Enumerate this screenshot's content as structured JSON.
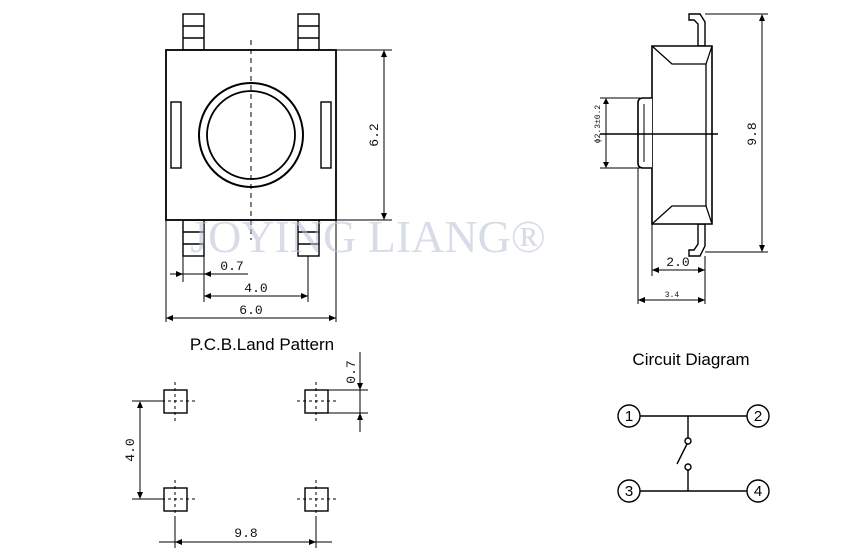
{
  "watermark": "JOYING LIANG®",
  "top_view": {
    "dim_pin_width": "0.7",
    "dim_pin_spacing": "4.0",
    "dim_body_width": "6.0",
    "dim_body_height": "6.2"
  },
  "side_view": {
    "dim_height": "9.8",
    "dim_plunger_diameter": "ϕ2.3±0.2",
    "dim_plunger_offset": "2.0",
    "dim_body_depth": "3.4"
  },
  "pcb_land_pattern": {
    "title": "P.C.B.Land Pattern",
    "dim_pad_size": "0.7",
    "dim_pad_pitch_vertical": "4.0",
    "dim_pad_pitch_horizontal": "9.8"
  },
  "circuit_diagram": {
    "title": "Circuit Diagram",
    "terminals": [
      "1",
      "2",
      "3",
      "4"
    ]
  },
  "colors": {
    "line": "#000000",
    "watermark": "#b7c1d6"
  }
}
